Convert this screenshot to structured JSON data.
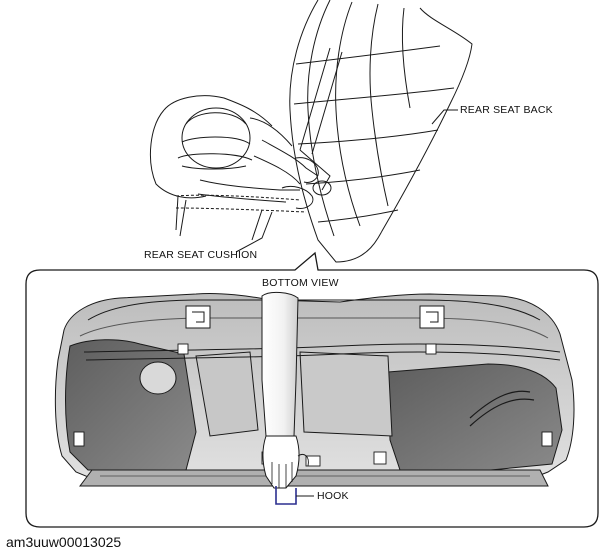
{
  "labels": {
    "rear_seat_back": "REAR SEAT BACK",
    "rear_seat_cushion": "REAR SEAT CUSHION",
    "bottom_view": "BOTTOM VIEW",
    "hook": "HOOK"
  },
  "figure_code": "am3uuw00013025",
  "colors": {
    "line": "#1a1a1a",
    "hook_highlight": "#2b2f8f",
    "shade_dark": "#6b6b6b",
    "shade_mid": "#a9a9a9",
    "shade_light": "#d4d4d4"
  }
}
